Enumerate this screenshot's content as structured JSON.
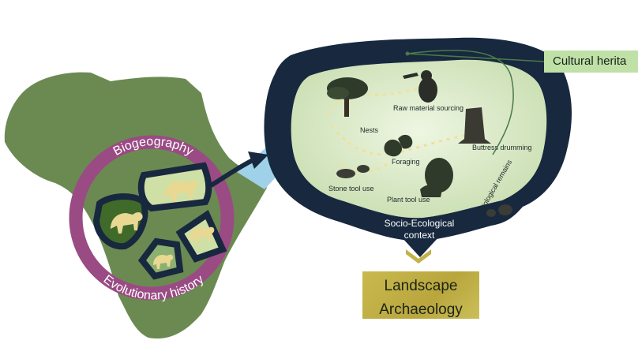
{
  "regions": {
    "cultural_heritage": "Cultural herita",
    "landscape_archaeology": {
      "line1": "Landscape",
      "line2": "Archaeology"
    },
    "socio_ecological": {
      "line1": "Socio-Ecological",
      "line2": "context"
    }
  },
  "ring_labels": {
    "top": "Biogeography",
    "bottom": "Evolutionary history"
  },
  "habitat_labels": {
    "nests": "Nests",
    "raw_material": "Raw material sourcing",
    "buttress": "Buttress drumming",
    "foraging": "Foraging",
    "stone_tool": "Stone tool use",
    "plant_tool": "Plant tool use",
    "biological": "Biological remains"
  },
  "colors": {
    "africa": "#6b8a52",
    "ring": "#9a4b84",
    "navy": "#17283f",
    "habitat": "#dcecc8",
    "connector_blue": "#9fd2e8",
    "ape": "#e8d892",
    "landscape_box": "#c2b24a",
    "culture_box": "#bfe0a6"
  }
}
